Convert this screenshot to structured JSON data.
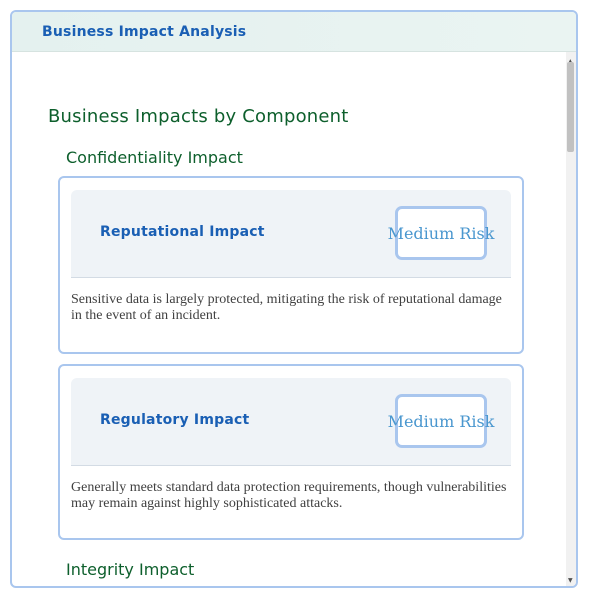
{
  "panel": {
    "icon": "chart-icon",
    "icon_glyph": "",
    "title": "Business Impact Analysis"
  },
  "section": {
    "title": "Business Impacts by Component"
  },
  "components": [
    {
      "icon": "lock-icon",
      "icon_glyph": "",
      "title": "Confidentiality Impact",
      "impacts": [
        {
          "icon": "building-icon",
          "icon_glyph": "",
          "title": "Reputational Impact",
          "risk": "Medium Risk",
          "description": "Sensitive data is largely protected, mitigating the risk of reputational damage in the event of an incident."
        },
        {
          "icon": "gavel-icon",
          "icon_glyph": "",
          "title": "Regulatory Impact",
          "risk": "Medium Risk",
          "description": "Generally meets standard data protection requirements, though vulnerabilities may remain against highly sophisticated attacks."
        }
      ]
    },
    {
      "icon": "shield-icon",
      "icon_glyph": "",
      "title": "Integrity Impact"
    }
  ],
  "scrollbar": {
    "up_glyph": "▲",
    "down_glyph": "▼"
  },
  "colors": {
    "accent_blue": "#1a5fb4",
    "heading_green": "#0d5f2c",
    "badge_border": "#a9c6ee",
    "badge_text": "#4a97cf"
  }
}
